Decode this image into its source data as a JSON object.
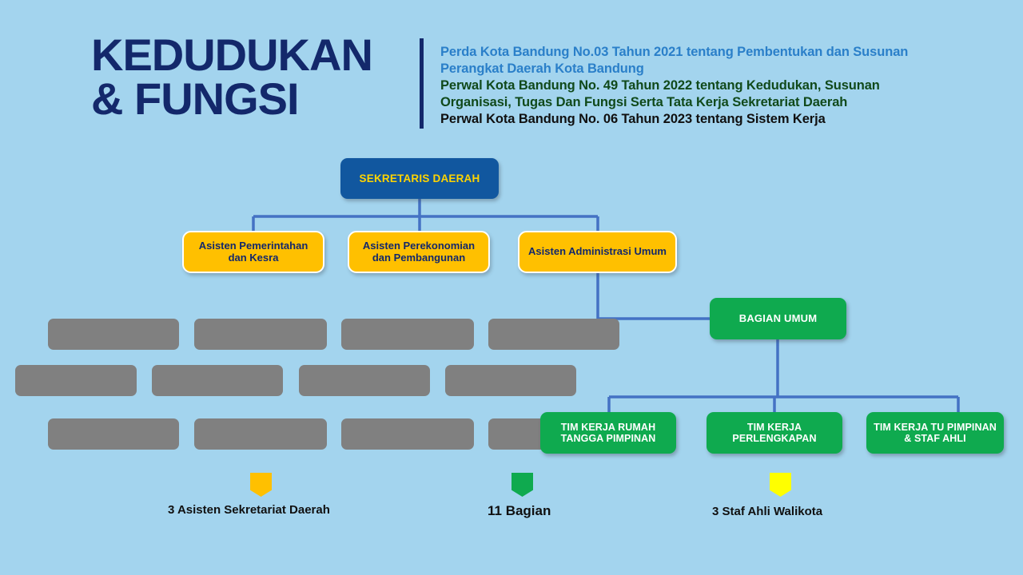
{
  "header": {
    "title_lines": [
      "KEDUDUKAN",
      "& FUNGSI"
    ],
    "regulations": [
      {
        "text": "Perda Kota Bandung No.03 Tahun 2021 tentang Pembentukan dan Susunan Perangkat Daerah Kota Bandung",
        "color": "#2a7fc9"
      },
      {
        "text": "Perwal Kota Bandung No. 49 Tahun 2022 tentang Kedudukan, Susunan Organisasi, Tugas Dan Fungsi Serta Tata Kerja Sekretariat Daerah",
        "color": "#10491a"
      },
      {
        "text": "Perwal Kota Bandung No. 06 Tahun 2023 tentang Sistem Kerja",
        "color": "#101010"
      }
    ]
  },
  "chart": {
    "root": {
      "label": "SEKRETARIS DAERAH",
      "fill": "#11579f",
      "text_color": "#ffd400"
    },
    "assistants": [
      {
        "label": "Asisten Pemerintahan dan Kesra",
        "fill": "#ffc000",
        "text_color": "#13286b"
      },
      {
        "label": "Asisten Perekonomian dan Pembangunan",
        "fill": "#ffc000",
        "text_color": "#13286b"
      },
      {
        "label": "Asisten Administrasi Umum",
        "fill": "#ffc000",
        "text_color": "#13286b"
      }
    ],
    "division": {
      "label": "BAGIAN UMUM",
      "fill": "#0faa4f",
      "text_color": "#ffffff"
    },
    "teams": [
      {
        "label": "TIM KERJA RUMAH TANGGA PIMPINAN",
        "fill": "#0faa4f",
        "text_color": "#ffffff"
      },
      {
        "label": "TIM KERJA PERLENGKAPAN",
        "fill": "#0faa4f",
        "text_color": "#ffffff"
      },
      {
        "label": "TIM KERJA TU PIMPINAN & STAF AHLI",
        "fill": "#0faa4f",
        "text_color": "#ffffff"
      }
    ],
    "placeholder_blocks": {
      "rows": 3,
      "per_row": 4,
      "fill": "#808080"
    },
    "connector_color": "#4472c4"
  },
  "legend": {
    "items": [
      {
        "label": "3 Asisten Sekretariat Daerah",
        "color": "#ffc000"
      },
      {
        "label": "11 Bagian",
        "color": "#0faa4f"
      },
      {
        "label": "3 Staf Ahli Walikota",
        "color": "#ffff00"
      }
    ]
  },
  "theme": {
    "background": "#a3d4ee",
    "navy": "#13286b"
  }
}
